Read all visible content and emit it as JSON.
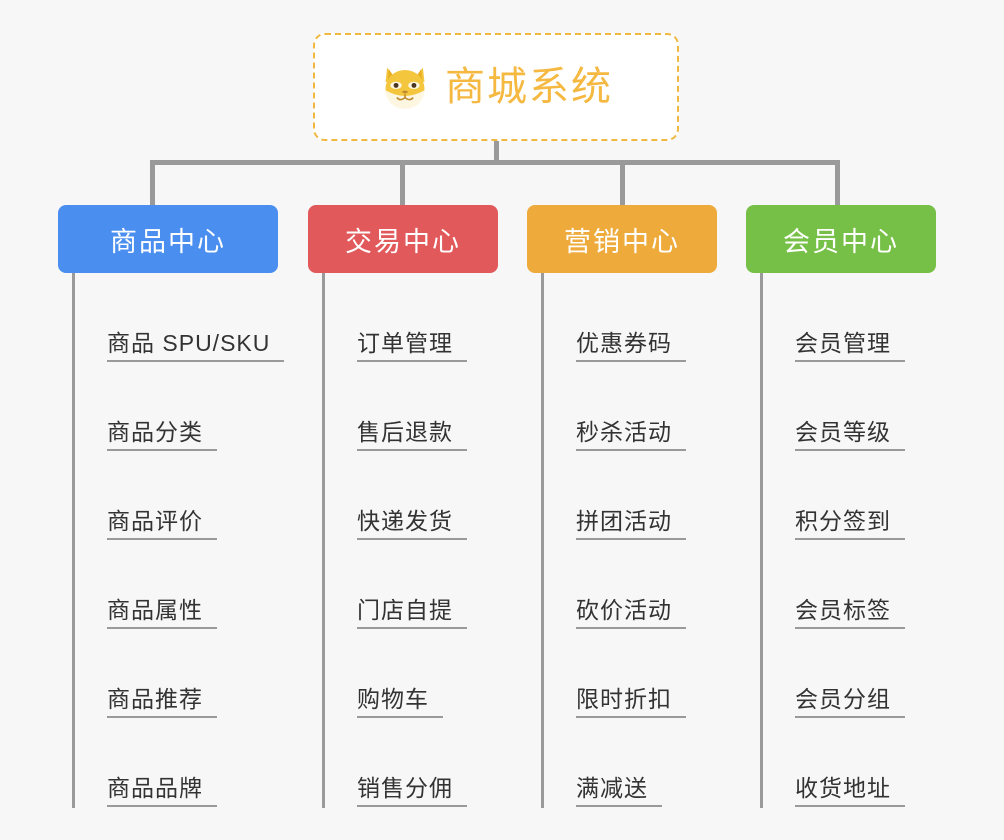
{
  "root": {
    "title": "商城系统",
    "icon": "shiba-dog-face-icon",
    "border_color": "#f0b840",
    "text_color": "#f5b840",
    "background": "#ffffff"
  },
  "canvas": {
    "background": "#f7f7f7",
    "connector_color": "#9a9a9a"
  },
  "columns": [
    {
      "id": "product-center",
      "label": "商品中心",
      "color": "#4a8ef0",
      "items": [
        "商品 SPU/SKU",
        "商品分类",
        "商品评价",
        "商品属性",
        "商品推荐",
        "商品品牌"
      ]
    },
    {
      "id": "trade-center",
      "label": "交易中心",
      "color": "#e2595b",
      "items": [
        "订单管理",
        "售后退款",
        "快递发货",
        "门店自提",
        "购物车",
        "销售分佣"
      ]
    },
    {
      "id": "marketing-center",
      "label": "营销中心",
      "color": "#eeab3c",
      "items": [
        "优惠券码",
        "秒杀活动",
        "拼团活动",
        "砍价活动",
        "限时折扣",
        "满减送"
      ]
    },
    {
      "id": "member-center",
      "label": "会员中心",
      "color": "#77c047",
      "items": [
        "会员管理",
        "会员等级",
        "积分签到",
        "会员标签",
        "会员分组",
        "收货地址"
      ]
    }
  ]
}
